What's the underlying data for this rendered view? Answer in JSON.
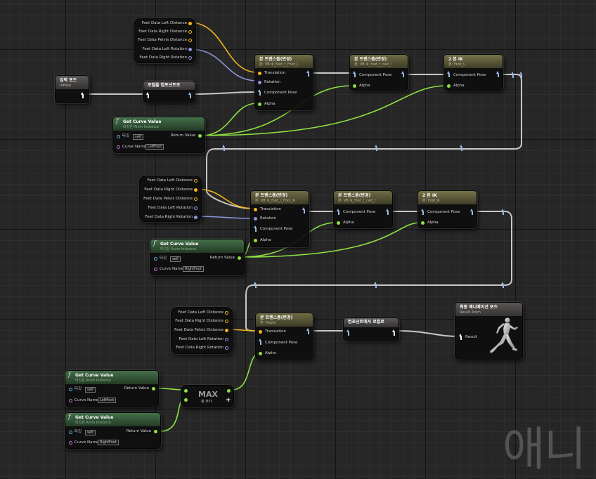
{
  "graph": {
    "feet_breaks_top": {
      "rows": [
        "Feet Data Left Distance",
        "Feet Data Right Distance",
        "Feet Data Pelvis Distance",
        "Feet Data Left Rotation",
        "Feet Data Right Rotation"
      ]
    },
    "input_pose": {
      "title": "입력 포즈",
      "subtitle": "InPose"
    },
    "local_to_component": {
      "title": "로컬을 컴포넌트로"
    },
    "transform_bone_1": {
      "title": "본 트랜스폼(변경)",
      "subtitle": "본: VB ik_foot_r_Foot_L",
      "pins": [
        "Translation",
        "Rotation",
        "Component Pose",
        "Alpha"
      ]
    },
    "transform_bone_2": {
      "title": "본 트랜스폼(변경)",
      "subtitle": "본: VB ik_foot_r_calf_l",
      "pins": [
        "Component Pose",
        "Alpha"
      ]
    },
    "two_bone_ik_1": {
      "title": "2 본 IK",
      "subtitle": "본: Foot_L",
      "pins": [
        "Component Pose",
        "Alpha"
      ]
    },
    "get_curve_1": {
      "title": "Get Curve Value",
      "subtitle": "타깃은 Anim Instance",
      "target_label": "타깃",
      "target_value": "self",
      "curve_label": "Curve Name",
      "curve_value": "LeftFoot",
      "return_label": "Return Value"
    },
    "feet_breaks_mid": {
      "rows": [
        "Feet Data Left Distance",
        "Feet Data Right Distance",
        "Feet Data Pelvis Distance",
        "Feet Data Left Rotation",
        "Feet Data Right Rotation"
      ]
    },
    "transform_bone_3": {
      "title": "본 트랜스폼(변경)",
      "subtitle": "본: VB ik_foot_r_Foot_R",
      "pins": [
        "Translation",
        "Rotation",
        "Component Pose",
        "Alpha"
      ]
    },
    "transform_bone_4": {
      "title": "본 트랜스폼(변경)",
      "subtitle": "본: VB ik_foot_r_calf_r",
      "pins": [
        "Component Pose",
        "Alpha"
      ]
    },
    "two_bone_ik_2": {
      "title": "2 본 IK",
      "subtitle": "본: Foot_R",
      "pins": [
        "Component Pose",
        "Alpha"
      ]
    },
    "get_curve_2": {
      "title": "Get Curve Value",
      "subtitle": "타깃은 Anim Instance",
      "target_label": "타깃",
      "target_value": "self",
      "curve_label": "Curve Name",
      "curve_value": "RightFoot",
      "return_label": "Return Value"
    },
    "feet_breaks_bottom": {
      "rows": [
        "Feet Data Left Distance",
        "Feet Data Right Distance",
        "Feet Data Pelvis Distance",
        "Feet Data Left Rotation",
        "Feet Data Right Rotation"
      ]
    },
    "transform_bone_5": {
      "title": "본 트랜스폼(변경)",
      "subtitle": "본: Pelvis",
      "pins": [
        "Translation",
        "Component Pose",
        "Alpha"
      ]
    },
    "component_to_local": {
      "title": "컴포넌트에서 로컬로"
    },
    "output_pose": {
      "title": "최종 애니메이션 포즈",
      "subtitle": "Result Anim",
      "result_label": "Result"
    },
    "get_curve_3": {
      "title": "Get Curve Value",
      "subtitle": "타깃은 Anim Instance",
      "target_label": "타깃",
      "target_value": "self",
      "curve_label": "Curve Name",
      "curve_value": "LeftFoot",
      "return_label": "Return Value"
    },
    "get_curve_4": {
      "title": "Get Curve Value",
      "subtitle": "타깃은 Anim Instance",
      "target_label": "타깃",
      "target_value": "self",
      "curve_label": "Curve Name",
      "curve_value": "RightFoot",
      "return_label": "Return Value"
    },
    "max_node": {
      "title": "MAX",
      "add_pin_label": "핀 추가"
    }
  },
  "watermark": "애니",
  "colors": {
    "exec_pose": "#ffffff",
    "vector_pin": "#f2b51c",
    "rotator_pin": "#8d95e0",
    "float_pin": "#8ee042",
    "object_pin": "#58b4e0",
    "name_pin": "#c46ae0",
    "pose_wire": "#c8c8c8"
  }
}
